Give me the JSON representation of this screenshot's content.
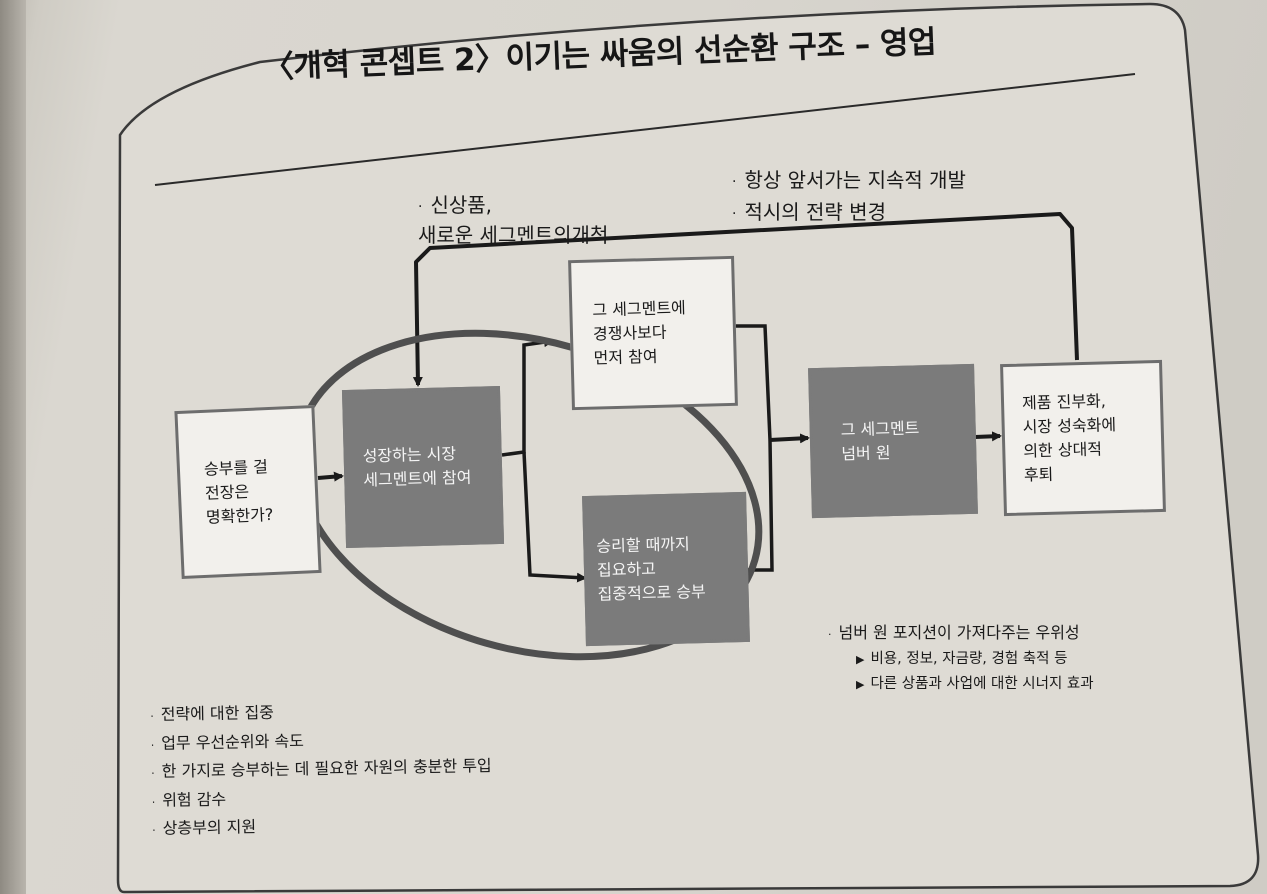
{
  "title": "〈개혁 콘셉트 2〉이기는 싸움의 선순환 구조 – 영업",
  "notes": {
    "top_left": "신상품,\n새로운 세그멘트의개척",
    "top_right_1": "항상 앞서가는 지속적 개발",
    "top_right_2": "적시의 전략 변경"
  },
  "boxes": {
    "battlefield": "승부를 걸\n전장은\n명확한가?",
    "growing_market": "성장하는 시장\n세그멘트에 참여",
    "enter_first": "그 세그멘트에\n경쟁사보다\n먼저 참여",
    "win_focus": "승리할 때까지\n집요하고\n집중적으로 승부",
    "number_one": "그 세그멘트\n넘버 원",
    "decline": "제품 진부화,\n시장 성숙화에\n의한 상대적\n후퇴"
  },
  "advantage": {
    "heading": "넘버 원 포지션이 가져다주는 우위성",
    "items": [
      "비용, 정보, 자금량, 경험 축적 등",
      "다른 상품과 사업에 대한 시너지 효과"
    ]
  },
  "requirements": [
    "전략에 대한 집중",
    "업무 우선순위와 속도",
    "한 가지로 승부하는 데 필요한 자원의 충분한 투입",
    "위험 감수",
    "상층부의 지원"
  ]
}
